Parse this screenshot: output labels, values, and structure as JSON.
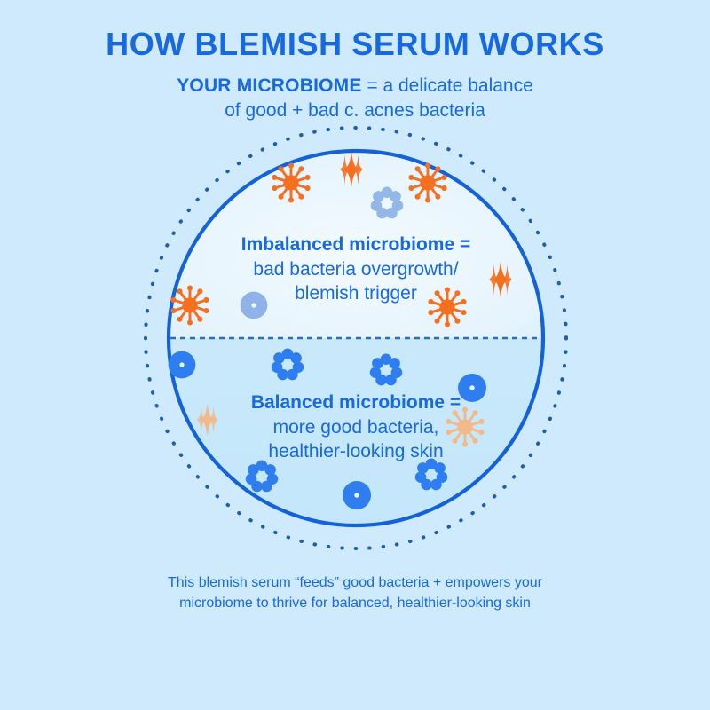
{
  "header": {
    "title": "HOW BLEMISH SERUM WORKS",
    "subtitle_emphasis": "YOUR MICROBIOME",
    "subtitle_rest": " = a delicate balance",
    "subtitle_line2": "of good + bad c. acnes bacteria"
  },
  "diagram": {
    "upper": {
      "heading": "Imbalanced microbiome =",
      "line1": "bad bacteria overgrowth/",
      "line2": "blemish trigger"
    },
    "lower": {
      "heading": "Balanced microbiome =",
      "line1": "more good bacteria,",
      "line2": "healthier-looking skin"
    }
  },
  "footer": {
    "line1": "This blemish serum “feeds” good bacteria + empowers your",
    "line2": "microbiome to thrive for balanced, healthier-looking skin"
  },
  "colors": {
    "background": "#cfeafc",
    "brand_blue": "#1769e0",
    "circle_stroke": "#1462d8",
    "upper_fill": "#e4f3fd",
    "lower_fill": "#c5e7fb",
    "bad_bacteria_orange": "#f4701f",
    "bad_bacteria_faded": "#f2b98a",
    "good_bacteria_blue": "#2f7ef0",
    "good_bacteria_faded": "#93b8e8",
    "dotted_ring": "#1d5fae"
  },
  "icons": {
    "bad_bacteria": "spiky-bacteria-icon",
    "good_bacteria": "flower-bacteria-icon",
    "dot_cell": "dot-cell-icon",
    "sparkle": "sparkle-icon"
  },
  "legend_counts": {
    "upper_bad_bacteria": 4,
    "upper_sparkles": 2,
    "upper_good_bacteria": 1,
    "upper_dot_cells": 1,
    "lower_good_bacteria": 4,
    "lower_dot_cells": 3,
    "lower_sparkles": 1,
    "lower_bad_bacteria": 1
  }
}
